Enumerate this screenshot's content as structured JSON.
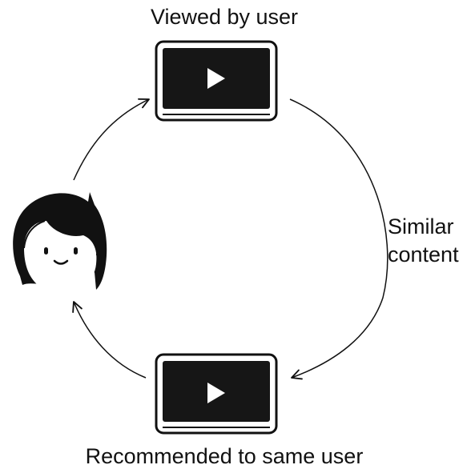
{
  "labels": {
    "top": "Viewed by user",
    "bottom": "Recommended to same user",
    "side_line1": "Similar",
    "side_line2": "content"
  },
  "icons": {
    "user": "girl-face-icon",
    "video_top": "video-player-icon",
    "video_bottom": "video-player-icon",
    "play": "play-icon"
  },
  "colors": {
    "ink": "#111111",
    "screen": "#161616",
    "play": "#ffffff",
    "face_skin": "#ffffff",
    "hair": "#111111"
  }
}
